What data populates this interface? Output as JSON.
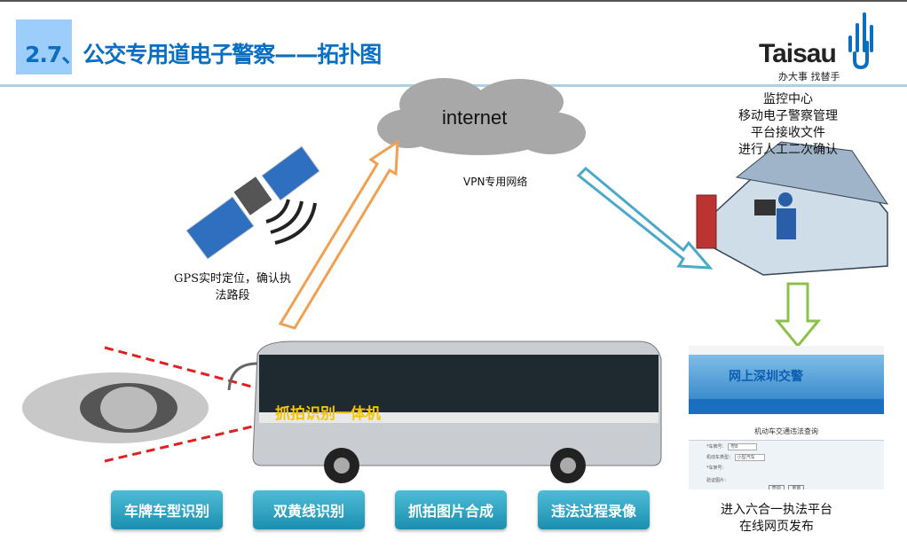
{
  "header": {
    "number": "2.7、",
    "title": "公交专用道电子警察——拓扑图",
    "logo_text": "Taisau",
    "logo_slogan": "办大事 找替手"
  },
  "cloud": {
    "label": "internet"
  },
  "vpn_label": "VPN专用网络",
  "gps_label": [
    "GPS实时定位，确认执",
    "法路段"
  ],
  "monitor_label": [
    "监控中心",
    "移动电子警察管理",
    "平台接收文件",
    "进行人工二次确认"
  ],
  "bus_label": "抓拍识别一体机",
  "features": [
    "车牌车型识别",
    "双黄线识别",
    "抓拍图片合成",
    "违法过程录像"
  ],
  "platform_label": [
    "进入六合一执法平台",
    "在线网页发布"
  ],
  "website": {
    "banner": "网上深圳交警",
    "form_title": "机动车交通违法查询",
    "fields": [
      "*车牌号：",
      "机动车类型：",
      "*车架号：",
      "验证图片："
    ],
    "plate_value": "粤B",
    "type_value": "小型汽车",
    "buttons": [
      "查询",
      "重置"
    ]
  },
  "colors": {
    "title": "#0a6fc2",
    "button": "#2aa3bf",
    "arrow_orange": "#f0a050",
    "arrow_blue": "#4aa8c8",
    "arrow_green": "#8cc04a"
  }
}
